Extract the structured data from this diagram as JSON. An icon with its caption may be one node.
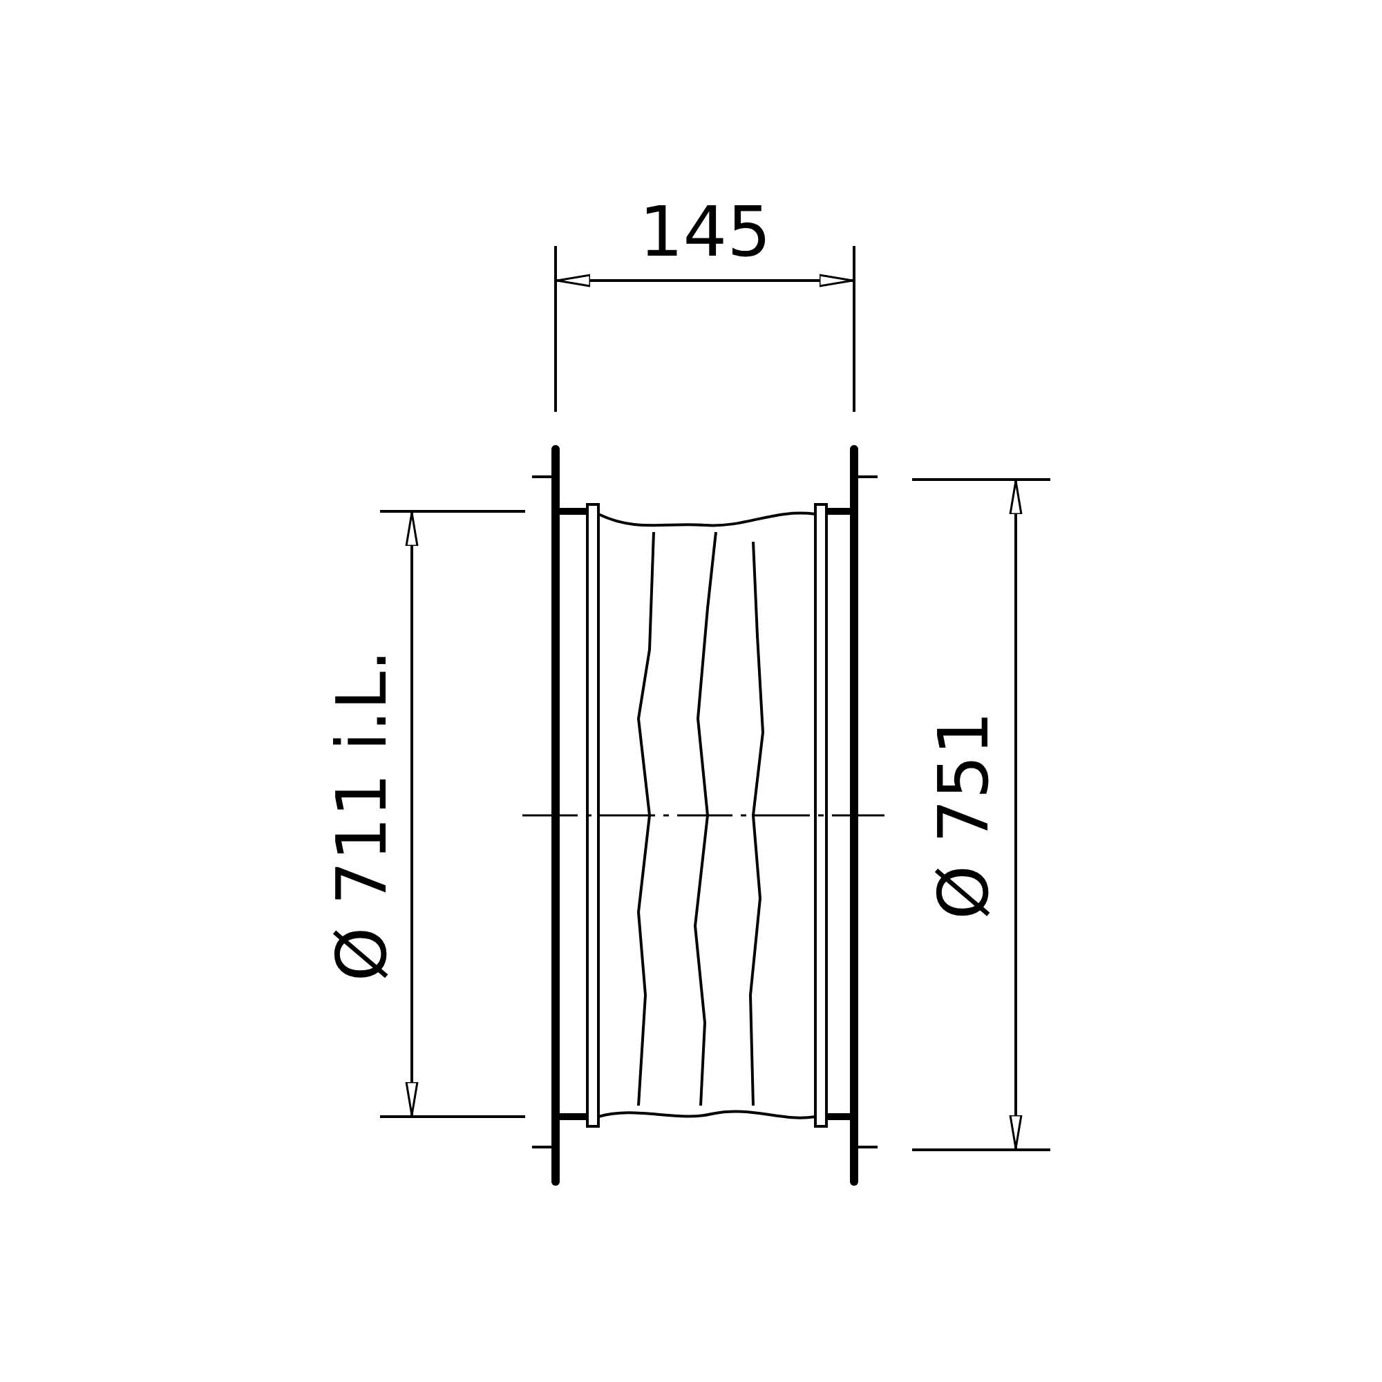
{
  "diagram": {
    "labels": [
      "145",
      "Ø 711 i.L.",
      "Ø 751"
    ]
  }
}
